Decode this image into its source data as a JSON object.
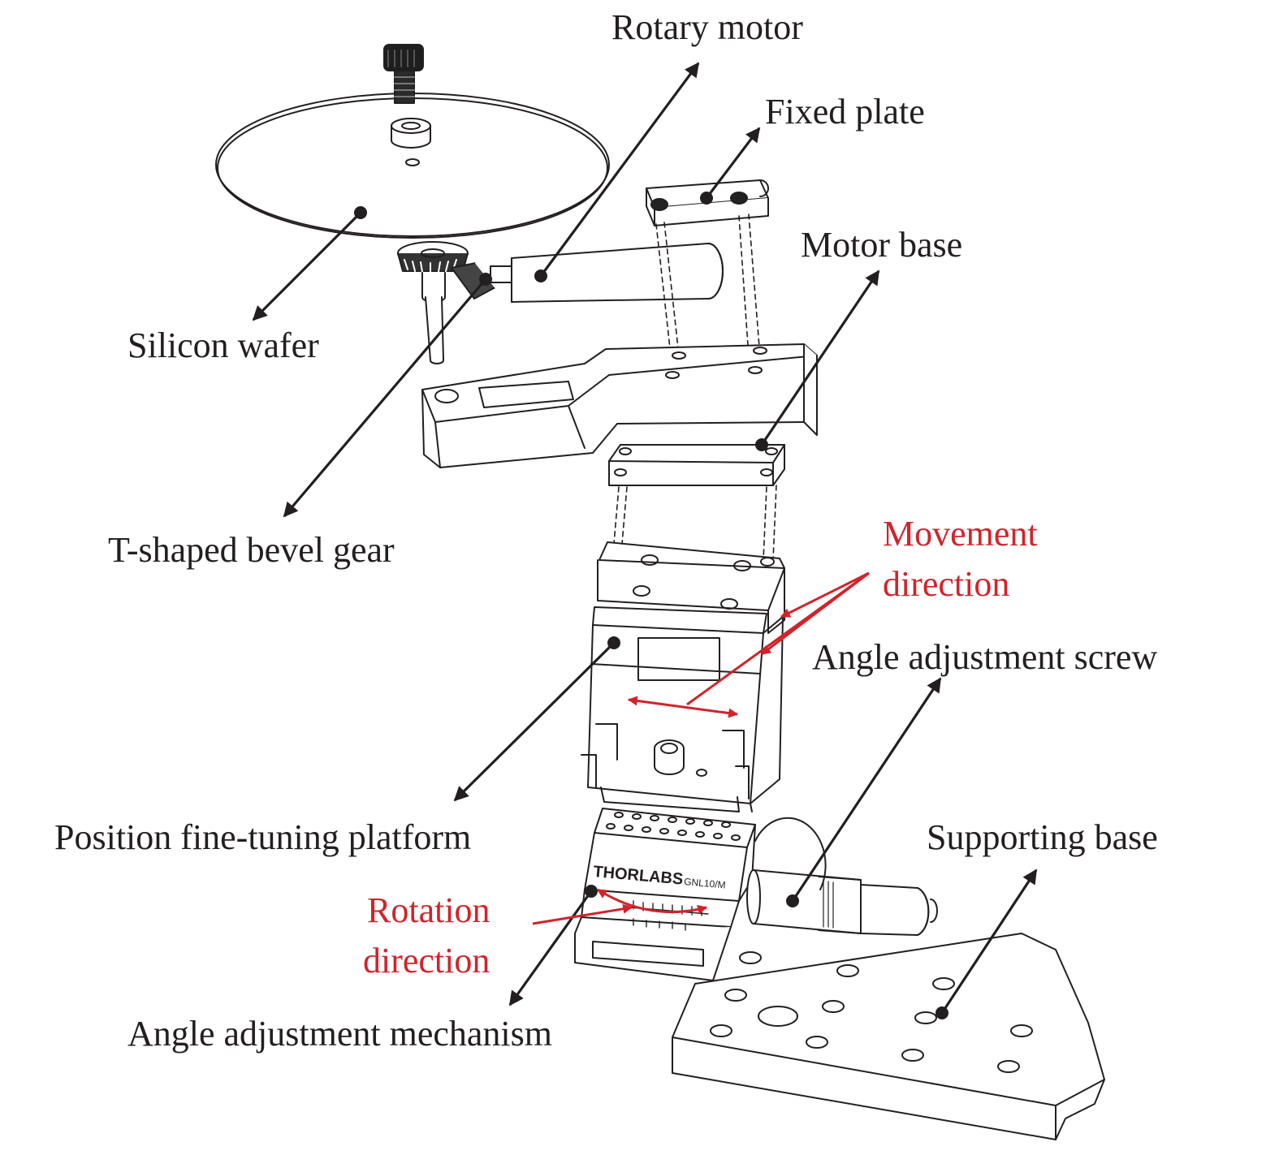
{
  "labels": {
    "rotary_motor": "Rotary motor",
    "fixed_plate": "Fixed plate",
    "motor_base": "Motor base",
    "silicon_wafer": "Silicon wafer",
    "bevel_gear": "T-shaped bevel gear",
    "movement_line1": "Movement",
    "movement_line2": "direction",
    "angle_screw": "Angle adjustment screw",
    "position_platform": "Position fine-tuning platform",
    "supporting_base": "Supporting base",
    "rotation_line1": "Rotation",
    "rotation_line2": "direction",
    "angle_mechanism": "Angle adjustment mechanism"
  },
  "engraving": {
    "brand": "THORLABS",
    "model": "GNL10/M"
  },
  "colors": {
    "ink": "#231f20",
    "annotation": "#d2232a"
  }
}
